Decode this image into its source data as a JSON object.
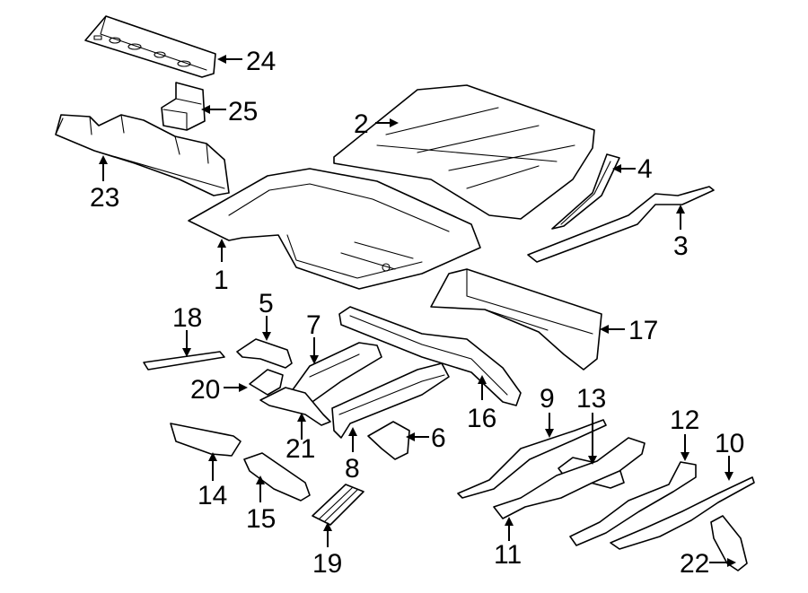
{
  "callouts": [
    {
      "label": "1"
    },
    {
      "label": "2"
    },
    {
      "label": "3"
    },
    {
      "label": "4"
    },
    {
      "label": "5"
    },
    {
      "label": "6"
    },
    {
      "label": "7"
    },
    {
      "label": "8"
    },
    {
      "label": "9"
    },
    {
      "label": "10"
    },
    {
      "label": "11"
    },
    {
      "label": "12"
    },
    {
      "label": "13"
    },
    {
      "label": "14"
    },
    {
      "label": "15"
    },
    {
      "label": "16"
    },
    {
      "label": "17"
    },
    {
      "label": "18"
    },
    {
      "label": "19"
    },
    {
      "label": "20"
    },
    {
      "label": "21"
    },
    {
      "label": "22"
    },
    {
      "label": "23"
    },
    {
      "label": "24"
    },
    {
      "label": "25"
    }
  ]
}
